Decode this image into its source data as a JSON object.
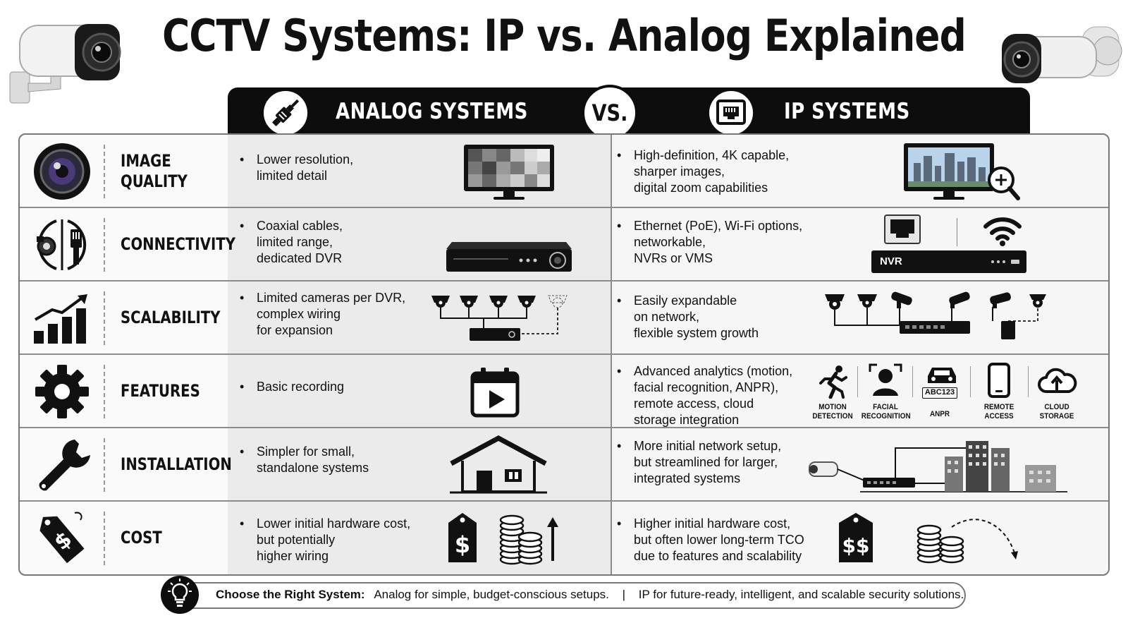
{
  "title": "CCTV Systems: IP vs. Analog Explained",
  "header": {
    "analog_label": "ANALOG SYSTEMS",
    "vs_label": "VS.",
    "ip_label": "IP SYSTEMS"
  },
  "rows": [
    {
      "category_lines": [
        "IMAGE",
        "QUALITY"
      ],
      "icon": "camera-lens-icon",
      "analog_lines": [
        "Lower resolution,",
        "limited detail"
      ],
      "ip_lines": [
        "High-definition, 4K capable,",
        "sharper images,",
        "digital zoom capabilities"
      ]
    },
    {
      "category_lines": [
        "CONNECTIVITY"
      ],
      "icon": "cable-connectors-icon",
      "analog_lines": [
        "Coaxial cables,",
        "limited range,",
        "dedicated DVR"
      ],
      "ip_lines": [
        "Ethernet (PoE), Wi-Fi options,",
        "networkable,",
        "NVRs or VMS"
      ],
      "ip_device_label": "NVR"
    },
    {
      "category_lines": [
        "SCALABILITY"
      ],
      "icon": "growth-chart-icon",
      "analog_lines": [
        "Limited cameras per DVR,",
        "complex wiring",
        "for expansion"
      ],
      "ip_lines": [
        "Easily expandable",
        "on network,",
        "flexible system growth"
      ]
    },
    {
      "category_lines": [
        "FEATURES"
      ],
      "icon": "gear-icon",
      "analog_lines": [
        "Basic recording"
      ],
      "ip_lines": [
        "Advanced analytics (motion,",
        "facial recognition, ANPR),",
        "remote access, cloud",
        "storage integration"
      ],
      "ip_features": [
        {
          "icon": "running-person-icon",
          "label_lines": [
            "MOTION",
            "DETECTION"
          ]
        },
        {
          "icon": "face-scan-icon",
          "label_lines": [
            "FACIAL",
            "RECOGNITION"
          ]
        },
        {
          "icon": "car-icon",
          "label_lines": [
            "ANPR"
          ],
          "plate": "ABC123"
        },
        {
          "icon": "smartphone-icon",
          "label_lines": [
            "REMOTE",
            "ACCESS"
          ]
        },
        {
          "icon": "cloud-upload-icon",
          "label_lines": [
            "CLOUD",
            "STORAGE"
          ]
        }
      ]
    },
    {
      "category_lines": [
        "INSTALLATION"
      ],
      "icon": "wrench-icon",
      "analog_lines": [
        "Simpler for small,",
        "standalone systems"
      ],
      "ip_lines": [
        "More initial network setup,",
        "but streamlined for larger,",
        "integrated systems"
      ]
    },
    {
      "category_lines": [
        "COST"
      ],
      "icon": "price-tag-icon",
      "analog_lines": [
        "Lower initial hardware cost,",
        "but potentially",
        "higher wiring"
      ],
      "ip_lines": [
        "Higher initial hardware cost,",
        "but often lower long-term TCO",
        "due to features and scalability"
      ]
    }
  ],
  "footer": {
    "lead": "Choose the Right System:",
    "analog_text": "Analog for simple, budget-conscious setups.",
    "separator": "|",
    "ip_text": "IP for future-ready, intelligent, and scalable security solutions."
  },
  "icons": {
    "left_camera": "bullet-camera-icon",
    "right_camera": "bullet-camera-icon",
    "analog_header": "coax-cable-icon",
    "ip_header": "ethernet-port-icon",
    "footer": "lightbulb-icon"
  }
}
